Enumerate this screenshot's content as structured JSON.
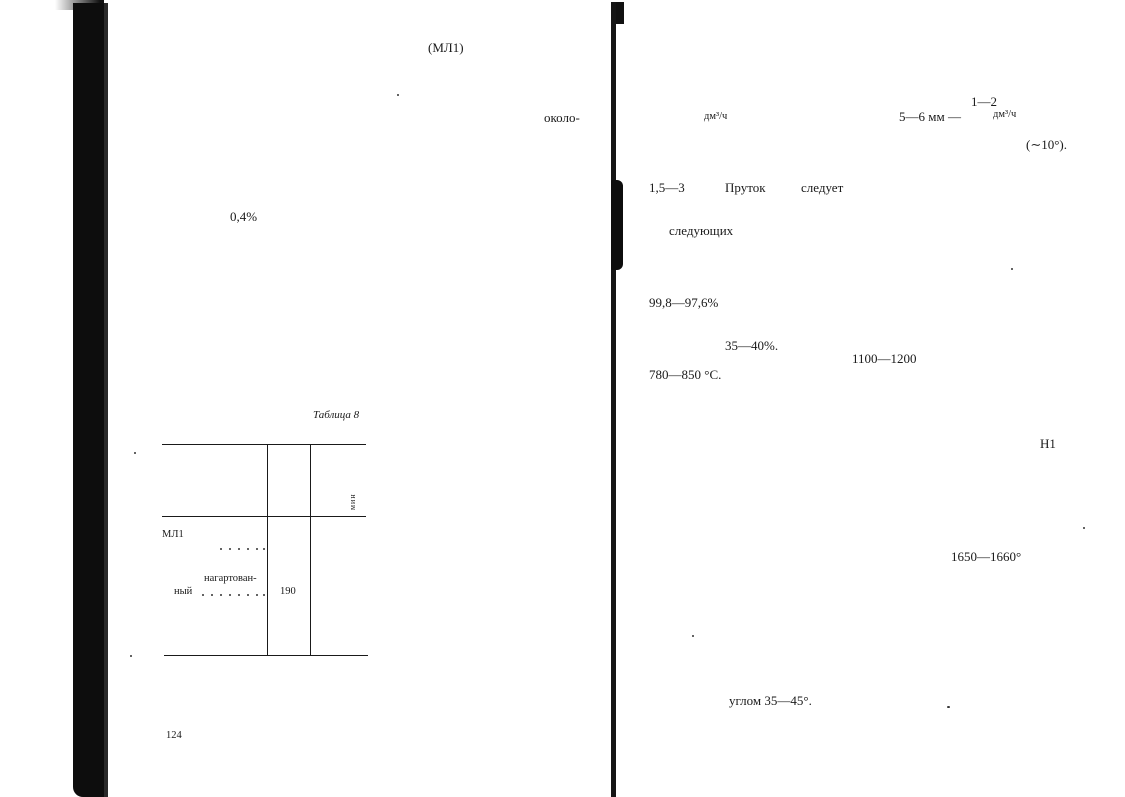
{
  "left_page": {
    "top_label": "(МЛ1)",
    "right_fragment": "около-",
    "percent_note": "0,4%",
    "table_caption": "Таблица 8",
    "table": {
      "header_unit": "мин",
      "row_ml1": "МЛ1",
      "row_cold_worked_line1": "нагартован-",
      "row_cold_worked_line2": "ный",
      "row_value": "190"
    },
    "page_number": "124"
  },
  "right_page": {
    "range_1_2": "1—2",
    "unit_dm3h_left": "дм³/ч",
    "size_5_6": "5—6 мм —",
    "unit_dm3h_right": "дм³/ч",
    "angle_10": "(∼10°).",
    "range_15_3": "1,5—3",
    "word_prutok": "Пруток",
    "word_sleduet": "следует",
    "word_sleduyushchikh": "следующих",
    "range_998_976": "99,8—97,6%",
    "range_35_40": "35—40%.",
    "range_1100_1200": "1100—1200",
    "range_780_850": "780—850 °С.",
    "label_n1": "Н1",
    "range_1650_1660": "1650—1660°",
    "angle_35_45": "углом 35—45°."
  }
}
